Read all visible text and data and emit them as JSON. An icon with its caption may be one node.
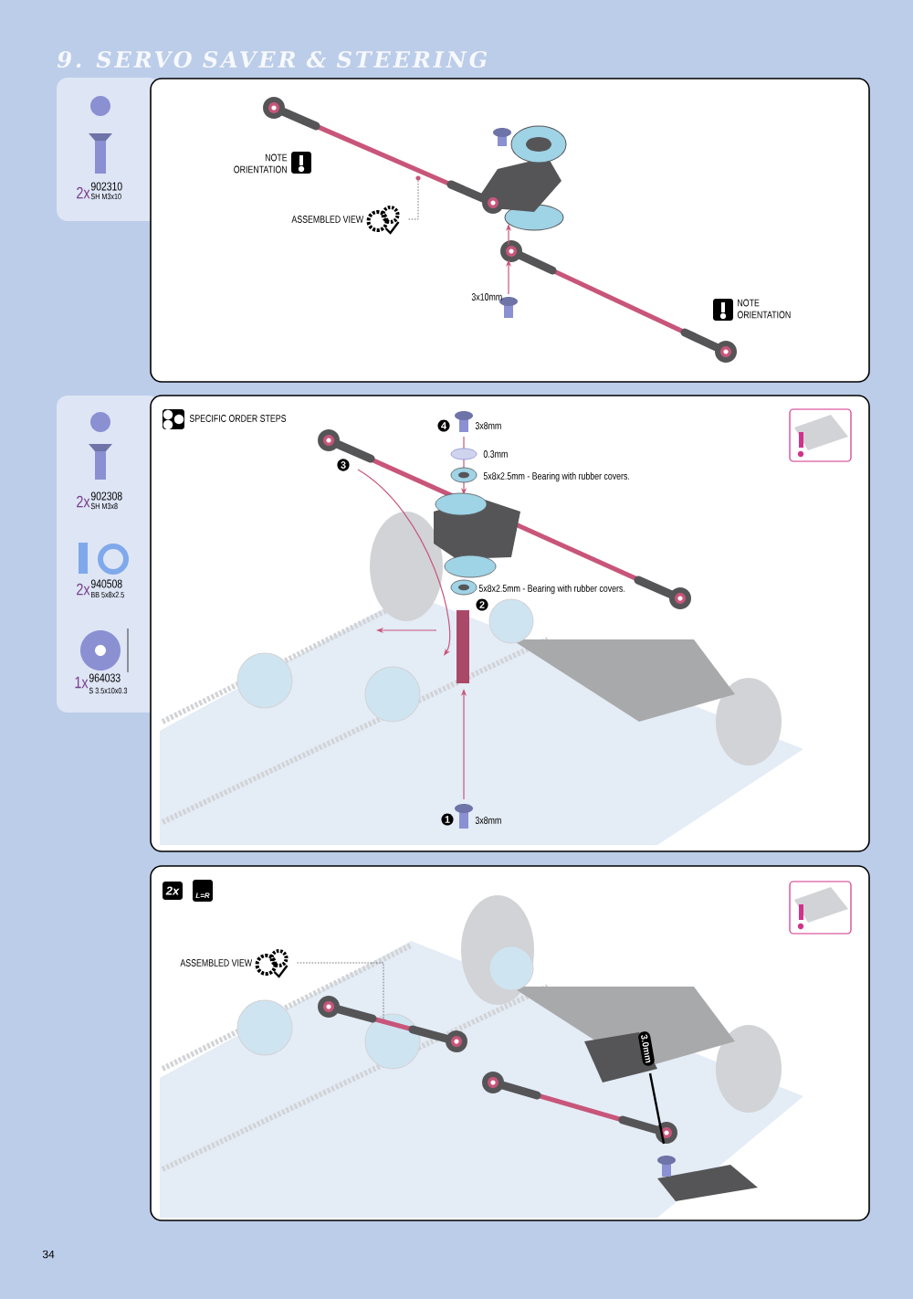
{
  "diagram": {
    "title": "9. SERVO SAVER & STEERING",
    "nodes": [
      {
        "text": [
          "ASSEMBLED VIEW"
        ]
      },
      {
        "text": [],
        "shape": "circle"
      },
      {
        "text": [
          "ASSEMBLED VIEW"
        ]
      },
      {
        "text": [],
        "shape": "circle"
      }
    ],
    "edges": [
      {
        "from": 0,
        "to": 1,
        "arrow": "none",
        "style": "dashed"
      },
      {
        "from": 2,
        "to": 3,
        "arrow": "none",
        "style": "dashed"
      }
    ],
    "labels": [
      "2x",
      "902310",
      "SH M3x10",
      "NOTE ORIENTATION",
      "3x10mm",
      "NOTE ORIENTATION",
      "2x",
      "902308",
      "SH M3x8",
      "2x",
      "940508",
      "BB 5x8x2.5",
      "1x",
      "964033",
      "S 3.5x10x0.3",
      "SPECIFIC ORDER STEPS",
      "4",
      "3x8mm",
      "0.3mm",
      "5x8x2.5mm - Bearing with rubber covers.",
      "3",
      "5x8x2.5mm - Bearing with rubber covers.",
      "2",
      "1",
      "3x8mm",
      "2x",
      "L=R",
      "3.0mm",
      "34"
    ]
  }
}
